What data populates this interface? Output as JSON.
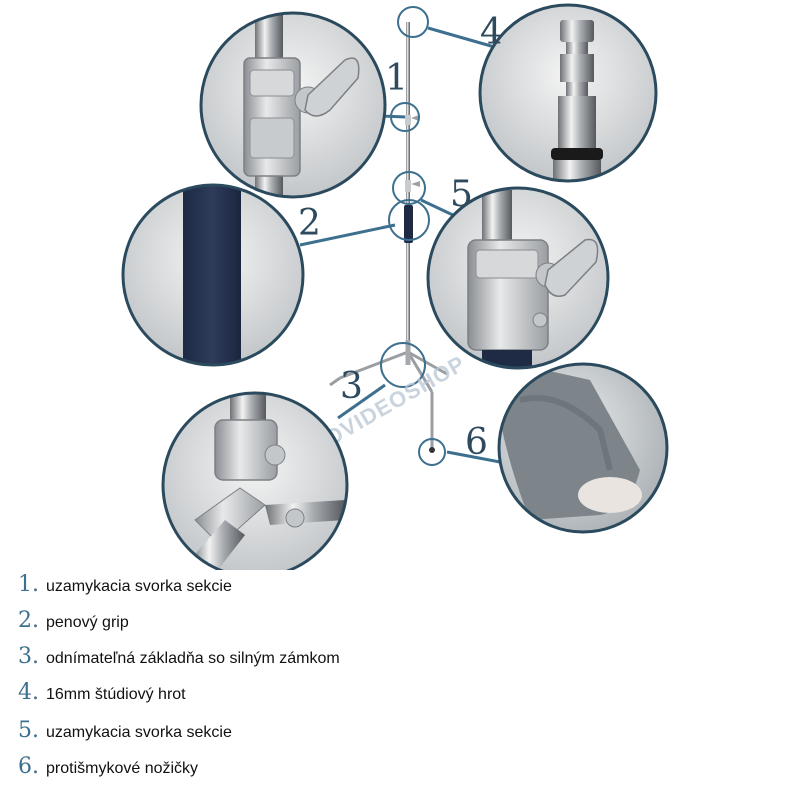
{
  "accent_color": "#3d6f8e",
  "callout_labels": [
    "1",
    "2",
    "3",
    "4",
    "5",
    "6"
  ],
  "watermark_text": "FOTOVIDEOSHOP",
  "legend": [
    {
      "num": "1.",
      "text": "uzamykacia svorka sekcie"
    },
    {
      "num": "2.",
      "text": "penový grip"
    },
    {
      "num": "3.",
      "text": "odnímateľná základňa so silným zámkom"
    },
    {
      "num": "4.",
      "text": "16mm štúdiový hrot"
    },
    {
      "num": "5.",
      "text": "uzamykacia svorka sekcie"
    },
    {
      "num": "6.",
      "text": "protišmykové nožičky"
    }
  ]
}
